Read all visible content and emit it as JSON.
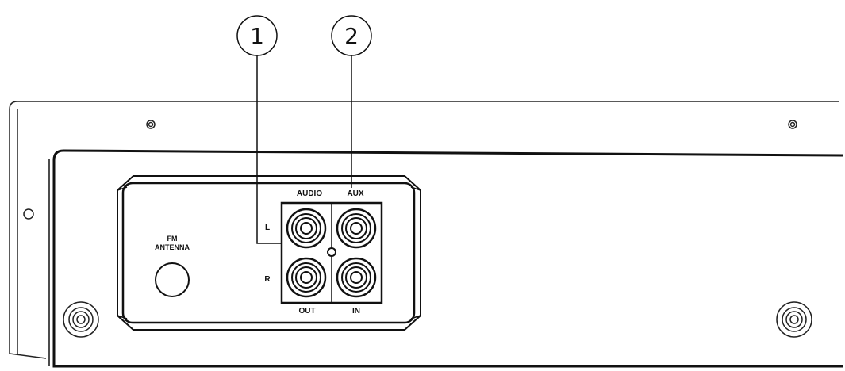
{
  "callouts": [
    {
      "number": "1",
      "target": "audio-out"
    },
    {
      "number": "2",
      "target": "aux-in"
    }
  ],
  "panel": {
    "fm_antenna_label_line1": "FM",
    "fm_antenna_label_line2": "ANTENNA",
    "audio_label": "AUDIO",
    "aux_label": "AUX",
    "left_label": "L",
    "right_label": "R",
    "out_label": "OUT",
    "in_label": "IN"
  },
  "colors": {
    "line": "#111111",
    "background": "#ffffff"
  }
}
